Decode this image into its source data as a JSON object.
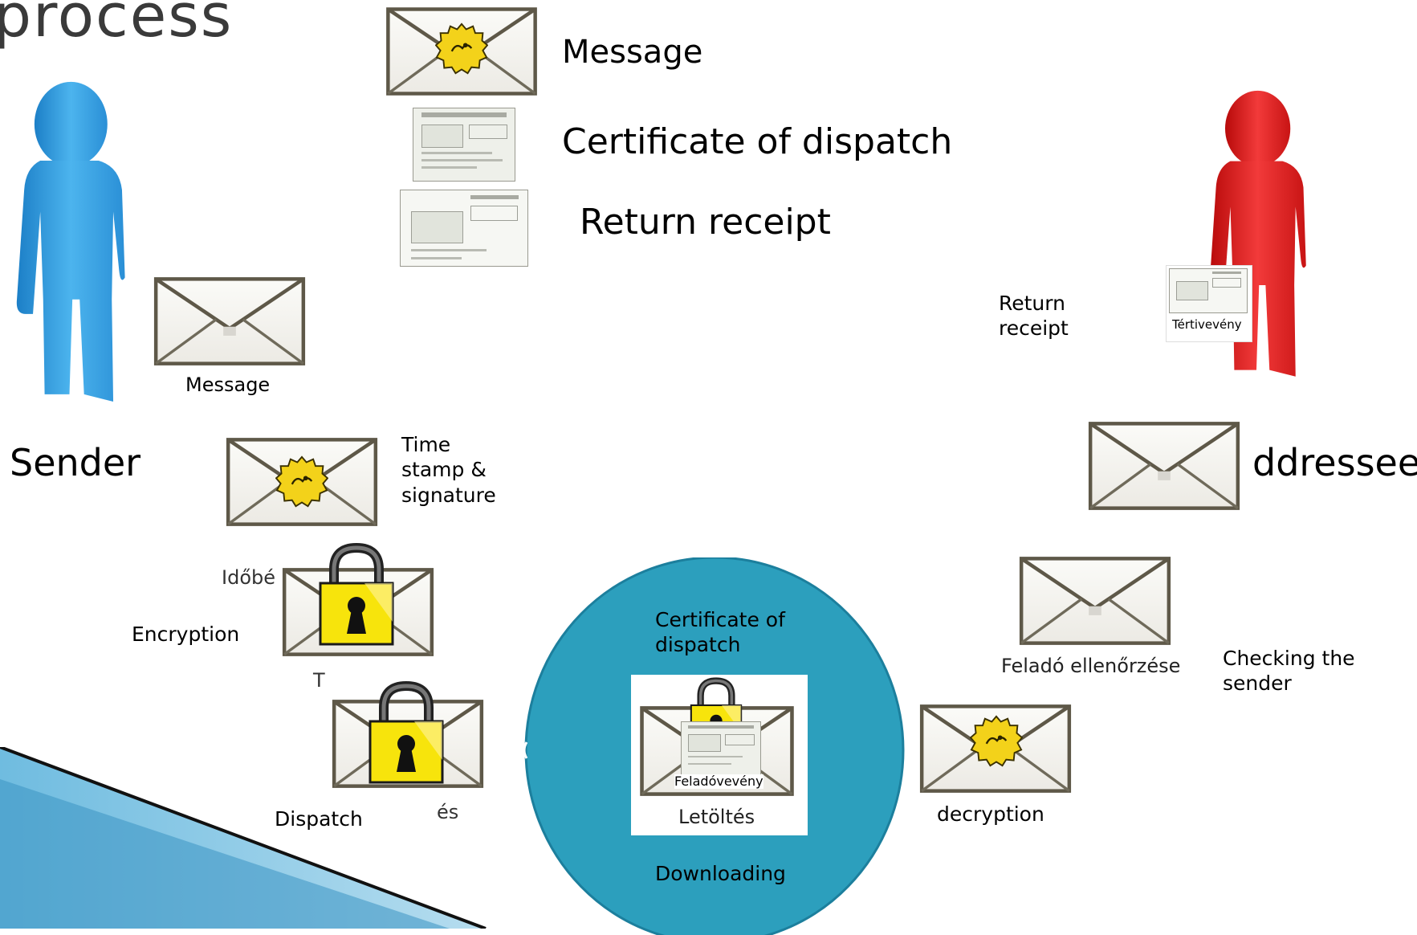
{
  "slide": {
    "title": "process",
    "colors": {
      "sender": "#3aa6e4",
      "addressee": "#e81c1c",
      "circle": "#2c9fbd",
      "seal": "#f3d21a",
      "lock": "#f7e40c",
      "band": "#4aa3cc"
    }
  },
  "legend": {
    "message": "Message",
    "certificate": "Certificate of dispatch",
    "return_receipt": "Return receipt"
  },
  "sender": {
    "label": "Sender",
    "message_label": "Message"
  },
  "addressee": {
    "label": "ddressee"
  },
  "steps": {
    "timestamp_label": "Time\nstamp &\nsignature",
    "timestamp_hu_partial": "Időbé",
    "encryption_label": "Encryption",
    "encryption_hu_partial": "T",
    "dispatch_label": "Dispatch",
    "dispatch_hu_partial": "és",
    "download_cert_label": "Certificate of\ndispatch",
    "download_doc_hu": "Feladóvevény",
    "download_hu": "Letöltés",
    "download_label": "Downloading",
    "decryption_label": "decryption",
    "checking_hu": "Feladó ellenőrzése",
    "checking_label": "Checking the\nsender",
    "return_receipt_label": "Return\nreceipt",
    "return_receipt_hu": "Tértivevény"
  }
}
